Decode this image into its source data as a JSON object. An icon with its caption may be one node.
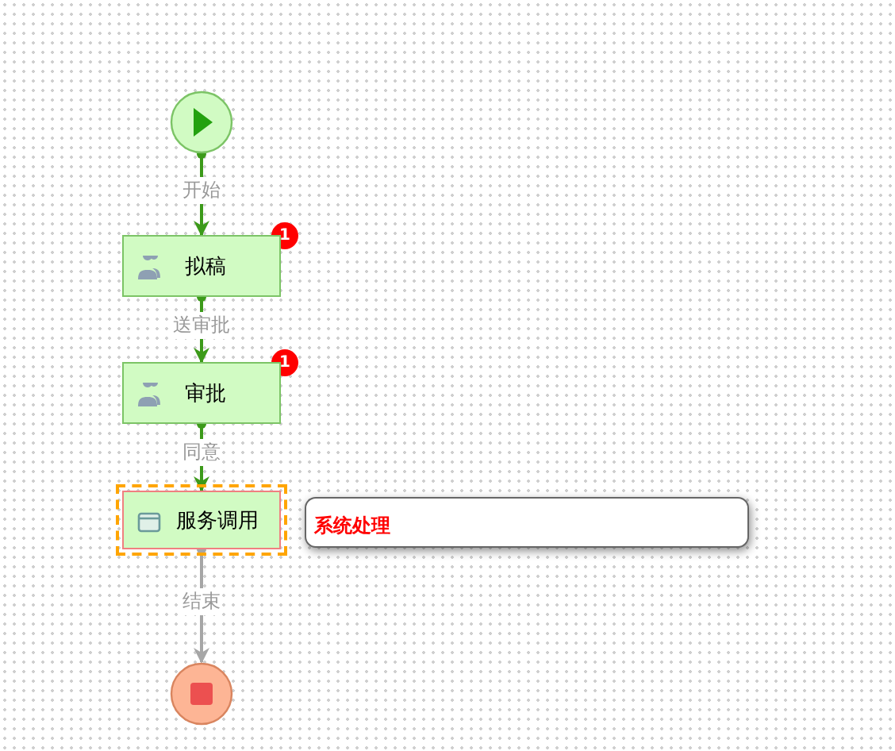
{
  "diagram": {
    "nodes": [
      {
        "text": [],
        "shape": "circle"
      },
      {
        "text": [
          "拟稿"
        ],
        "beside": [
          "1"
        ]
      },
      {
        "text": [
          "审批"
        ],
        "beside": [
          "1"
        ]
      },
      {
        "text": [
          "服务调用"
        ]
      },
      {
        "text": [
          "系统处理"
        ]
      },
      {
        "text": [],
        "shape": "circle"
      }
    ],
    "edges": [
      {
        "from": 0,
        "to": 1,
        "arrow": "to",
        "label": "开始"
      },
      {
        "from": 1,
        "to": 2,
        "arrow": "to",
        "label": "送审批"
      },
      {
        "from": 2,
        "to": 3,
        "arrow": "to",
        "label": "同意"
      },
      {
        "from": 3,
        "to": 5,
        "arrow": "to",
        "label": "结束",
        "color": "#a6a6a6"
      }
    ]
  }
}
